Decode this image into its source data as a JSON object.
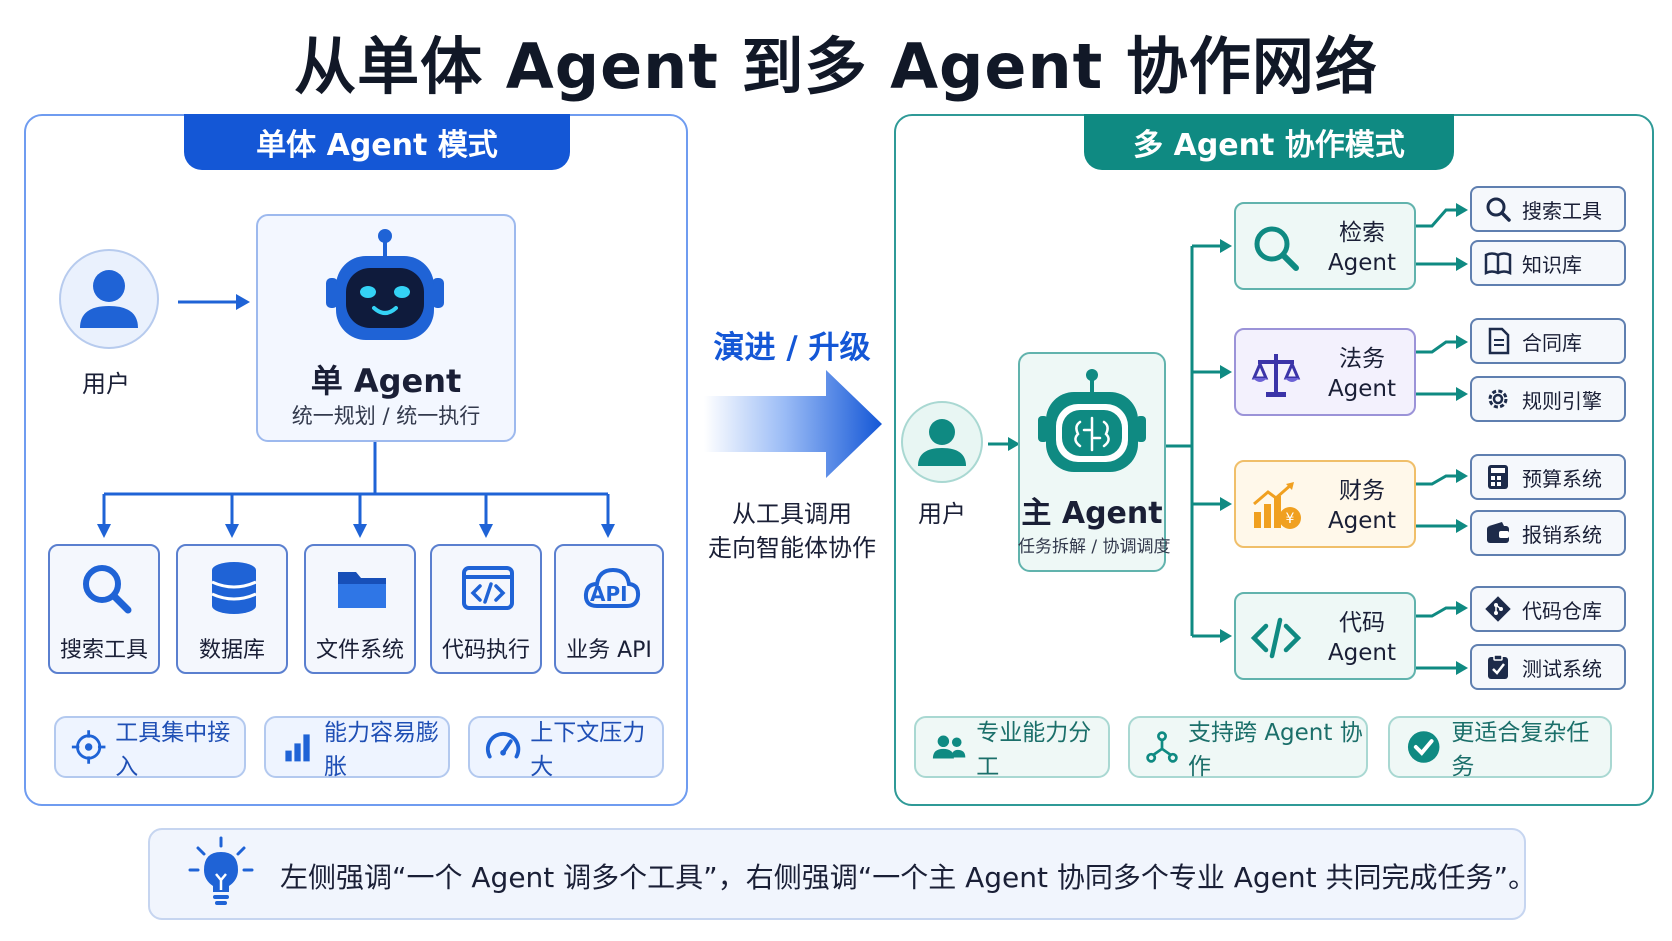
{
  "title": "从单体 Agent 到多 Agent 协作网络",
  "left": {
    "tab": "单体 Agent 模式",
    "user_label": "用户",
    "agent_title": "单 Agent",
    "agent_subtitle": "统一规划 / 统一执行",
    "tools": [
      "搜索工具",
      "数据库",
      "文件系统",
      "代码执行",
      "业务 API"
    ],
    "api_badge": "API",
    "pills": [
      "工具集中接入",
      "能力容易膨胀",
      "上下文压力大"
    ]
  },
  "middle": {
    "label": "演进 / 升级",
    "caption_line1": "从工具调用",
    "caption_line2": "走向智能体协作"
  },
  "right": {
    "tab": "多 Agent 协作模式",
    "user_label": "用户",
    "main_title": "主 Agent",
    "main_subtitle": "任务拆解 / 协调调度",
    "agents": [
      {
        "name_line1": "检索",
        "name_line2": "Agent",
        "icon": "search-icon",
        "resources": [
          "搜索工具",
          "知识库"
        ]
      },
      {
        "name_line1": "法务",
        "name_line2": "Agent",
        "icon": "scales-icon",
        "resources": [
          "合同库",
          "规则引擎"
        ]
      },
      {
        "name_line1": "财务",
        "name_line2": "Agent",
        "icon": "finance-chart-icon",
        "resources": [
          "预算系统",
          "报销系统"
        ]
      },
      {
        "name_line1": "代码",
        "name_line2": "Agent",
        "icon": "code-icon",
        "resources": [
          "代码仓库",
          "测试系统"
        ]
      }
    ],
    "pills": [
      "专业能力分工",
      "支持跨 Agent 协作",
      "更适合复杂任务"
    ]
  },
  "footer": {
    "text": "左侧强调“一个 Agent 调多个工具”，右侧强调“一个主 Agent 协同多个专业 Agent 共同完成任务”。"
  },
  "colors": {
    "blue": "#1457d6",
    "teal": "#0f8a82",
    "left_border": "#6f9cf0",
    "right_border": "#2f9a97"
  }
}
